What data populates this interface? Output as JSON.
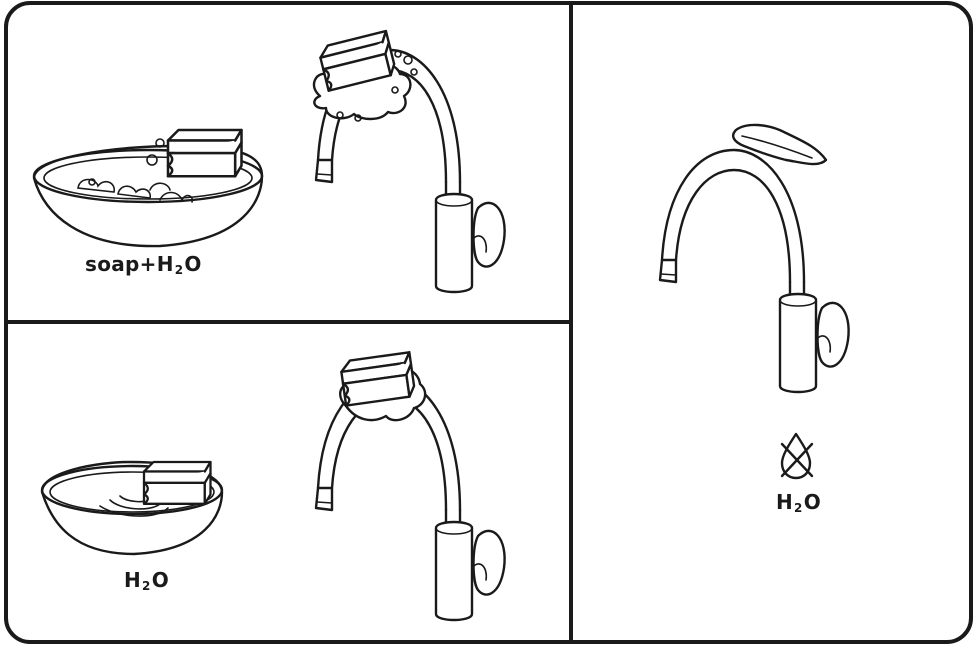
{
  "panels": {
    "wash": {
      "label_main": "soap+H",
      "label_sub": "2",
      "label_tail": "O"
    },
    "rinse": {
      "label_main": "H",
      "label_sub": "2",
      "label_tail": "O"
    },
    "dry": {
      "label_main": "H",
      "label_sub": "2",
      "label_tail": "O",
      "icon": "no-water-drop-icon"
    }
  },
  "colors": {
    "line": "#1a1a1a",
    "background": "#ffffff"
  }
}
